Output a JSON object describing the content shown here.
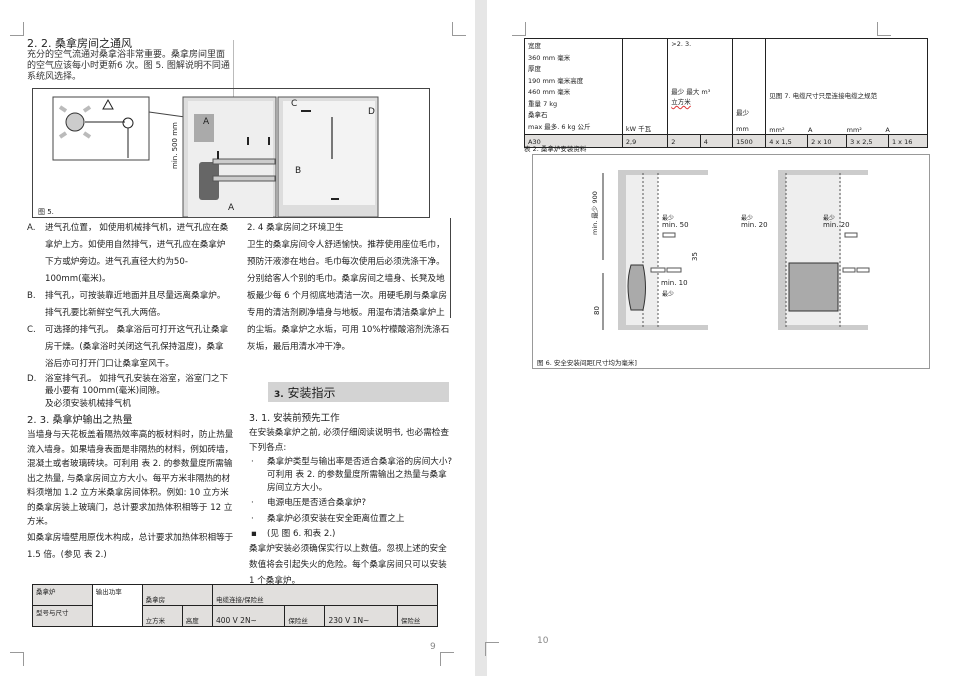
{
  "page1": {
    "s22": {
      "title": "2. 2.  桑拿房间之通风",
      "body": "充分的空气流通对桑拿浴非常重要。桑拿房间里面的空气应该每小时更新6 次。图 5. 图解说明不同通系统风选择。"
    },
    "fig5": {
      "caption": "图 5.",
      "labels": {
        "a1": "A",
        "a2": "A",
        "b": "B",
        "c": "C",
        "d": "D",
        "dim": "min. 500 mm"
      }
    },
    "list": [
      {
        "label": "A.",
        "text": "进气孔位置， 如使用机械排气机，进气孔应在桑拿炉上方。如使用自然排气，进气孔应在桑拿炉下方或炉旁边。进气孔直径大约为50-100mm(毫米)。"
      },
      {
        "label": "B.",
        "text": "排气孔，可按装靠近地面并且尽量远离桑拿炉。排气孔要比新鲜空气孔大两倍。"
      },
      {
        "label": "C.",
        "text": "可选择的排气孔。 桑拿浴后可打开这气孔让桑拿房干燥。(桑拿浴时关闭这气孔保持温度)，桑拿浴后亦可打开门口让桑拿室风干。"
      },
      {
        "label": "D.",
        "text": "浴室排气孔。 如排气孔安装在浴室，浴室门之下最小要有 100mm(毫米)间隙。"
      },
      {
        "label": "",
        "text": "及必须安装机械排气机"
      }
    ],
    "s24": {
      "title": "2. 4  桑拿房间之环境卫生",
      "body": "卫生的桑拿房间令人舒适愉快。推荐使用座位毛巾，预防汗液渗在地台。毛巾每次使用后必须洗涤干净。分别给客人个别的毛巾。桑拿房间之墙身、长凳及地板最少每 6 个月彻底地清洁一次。用硬毛刷与桑拿房专用的清洁剂刷净墙身与地板。用湿布清洁桑拿炉上的尘垢。桑拿炉之水垢，可用 10%柠檬酸溶剂洗涤石灰垢，最后用清水冲干净。"
    },
    "s3": {
      "num": "3.",
      "title": "安装指示"
    },
    "s23": {
      "title": "2. 3.  桑拿炉输出之热量",
      "body1": "当墙身与天花板盖着隔热效率高的板材料时，防止热量流入墙身。如果墙身表面是非隔热的材料，例如砖墙，混凝土或者玻璃砖块。可利用  表 2. 的参数量度所需输出之热量, 与桑拿房间立方大小。每平方米非隔热的材料须增加 1.2 立方米桑拿房间体积。例如: 10 立方米的桑拿房装上玻璃门，总计要求加热体积相等于 12 立方米。",
      "body2": "如桑拿房墙壁用原伐木构成，总计要求加热体积相等于 1.5 倍。(参见 表 2.)"
    },
    "s31": {
      "title": "3. 1.  安装前预先工作",
      "intro": "在安装桑拿炉之前, 必须仔细阅读说明书, 也必需检查下列各点:",
      "bullets": [
        "桑拿炉类型与输出率是否适合桑拿浴的房间大小? 可利用  表 2. 的参数量度所需输出之热量与桑拿房间立方大小。",
        "电源电压是否适合桑拿炉?",
        "桑拿炉必须安装在安全距离位置之上",
        "(见 图 6. 和表 2.)"
      ],
      "outro": "桑拿炉安装必须确保实行以上数值。忽视上述的安全数值将会引起失火的危险。每个桑拿房间只可以安装 1 个桑拿炉。"
    },
    "table": {
      "heater": "桑拿炉",
      "model": "型号与尺寸",
      "output": "输出功率",
      "room": "桑拿房",
      "cubic": "立方米",
      "height": "高度",
      "cable": "电缆连接/保险丝",
      "v400": "400 V 2N~",
      "fuse1": "保险丝",
      "v230": "230 V 1N~",
      "fuse2": "保险丝"
    },
    "page_number": "9"
  },
  "page2": {
    "table": {
      "spec": [
        "宽度",
        "360 mm 毫米",
        "厚度",
        "190 mm 毫米高度",
        "460 mm 毫米",
        "重量 7 kg",
        "桑拿石",
        "max 最多. 6 kg 公斤"
      ],
      "kw": "kW 千瓦",
      "ref": ">2. 3.",
      "room": "最少 最大 m³",
      "room2": "立方米",
      "min": "最少",
      "mm": "mm",
      "note": "见图 7. 电缆尺寸只是连接电缆之规范",
      "u1": "mm²",
      "u2": "A",
      "u3": "mm²",
      "u4": "A",
      "row": [
        "A30",
        "2,9",
        "2",
        "4",
        "1500",
        "4 x 1,5",
        "2 x 10",
        "3 x 2,5",
        "1 x 16"
      ],
      "caption": "表 2. 桑拿炉安装资料"
    },
    "fig6": {
      "caption": "图 6. 安全安装间距[尺寸均为毫米]",
      "labels": {
        "v900": "min. 最少 900",
        "m50": "min.  50",
        "least": "最少",
        "d35": "35",
        "m10": "min.  10",
        "d80": "80",
        "m20a": "min.  20",
        "m20b": "min.  20"
      }
    },
    "page_number": "10"
  }
}
